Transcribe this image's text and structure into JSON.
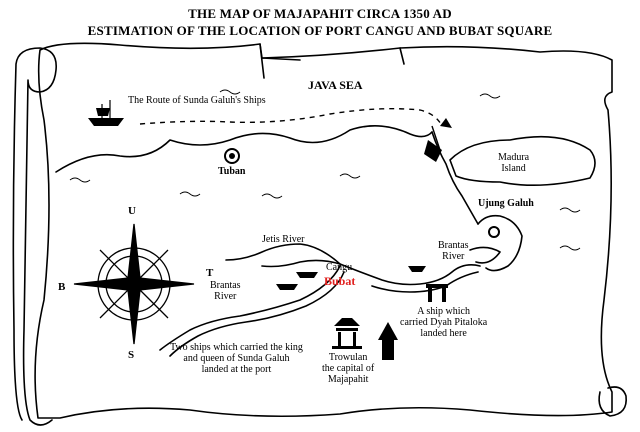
{
  "title_line1": "THE MAP OF MAJAPAHIT CIRCA 1350 AD",
  "title_line2": "ESTIMATION OF THE LOCATION OF PORT CANGU AND BUBAT SQUARE",
  "labels": {
    "java_sea": "JAVA SEA",
    "route": "The Route of Sunda Galuh's Ships",
    "tuban": "Tuban",
    "madura": "Madura\nIsland",
    "ujung_galuh": "Ujung Galuh",
    "jetis_river": "Jetis River",
    "cangu": "Cangu",
    "bubat": "Bubat",
    "brantas_river_east": "Brantas\nRiver",
    "brantas_river_west": "Brantas\nRiver",
    "ship_dyah": "A ship which\ncarried Dyah Pitaloka\nlanded here",
    "two_ships": "Two ships which carried the king\nand queen of Sunda Galuh\nlanded at the port",
    "trowulan": "Trowulan\nthe capital of\nMajapahit"
  },
  "compass": {
    "n": "U",
    "s": "S",
    "e": "T",
    "w": "B"
  },
  "colors": {
    "ink": "#000000",
    "bubat": "#e0201e",
    "paper": "#ffffff"
  }
}
